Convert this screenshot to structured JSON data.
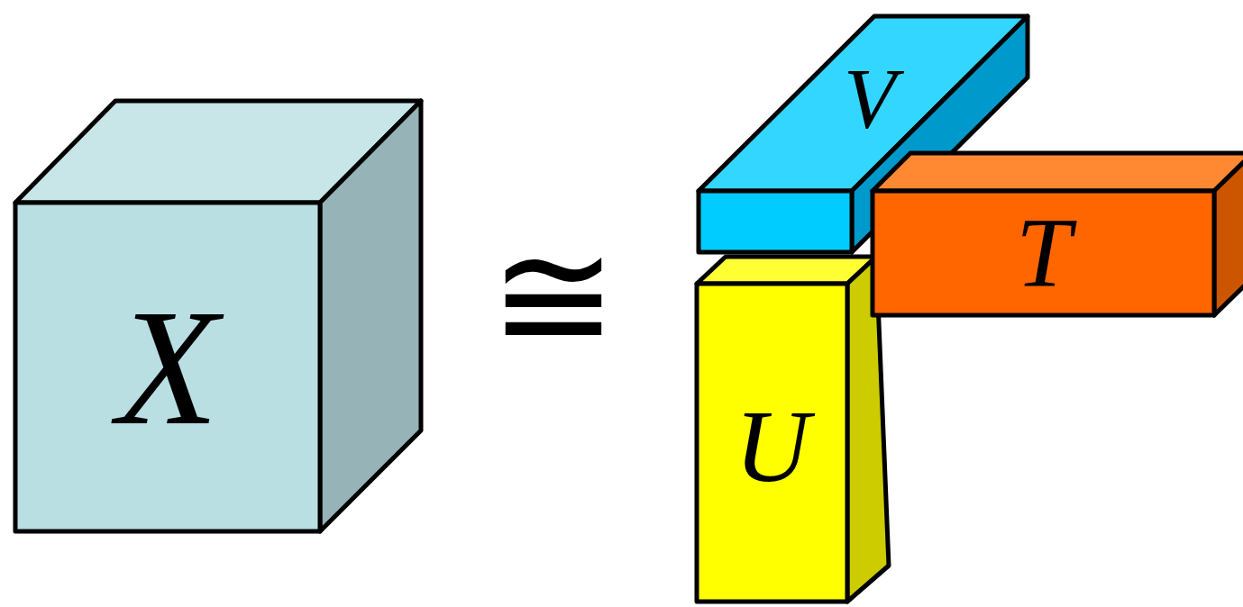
{
  "diagram": {
    "nodes": [
      {
        "text": [
          "X"
        ]
      },
      {
        "text": [
          "V"
        ]
      },
      {
        "text": [
          "T"
        ]
      },
      {
        "text": [
          "U"
        ]
      }
    ],
    "labels": [
      "≅"
    ]
  }
}
